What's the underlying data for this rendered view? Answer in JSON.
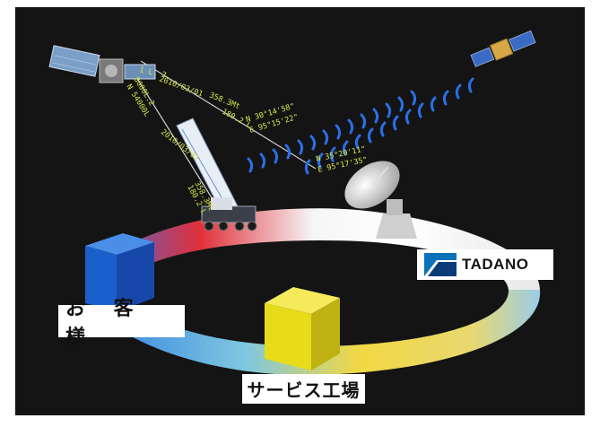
{
  "labels": {
    "customer": "お 客 様",
    "service_shop": "サービス工場",
    "brand": "TADANO"
  },
  "readouts": {
    "line_a1": "1 L. 2",
    "line_a2": "2010/03/01",
    "line_a3": "358.3Mt",
    "line_a4": "N 30°14'58\"",
    "line_a5": "180.2 L",
    "line_a6": "E 95°15'22\"",
    "line_b1": "8000L.2",
    "line_b2": "N 54000L",
    "line_c1": "2010/03/01",
    "line_c2": "358.3Mt",
    "line_c3": "180.2 L",
    "line_d1": "N 35°20'11\"",
    "line_d2": "E 95°17'35\""
  },
  "colors": {
    "background": "#141414",
    "ring_red": "#e0222a",
    "ring_blue": "#2f8fe0",
    "ring_yellow": "#ecd23a",
    "customer_cube": "#1a5fcc",
    "service_cube": "#e8dc1a",
    "signal_waves": "#2a6fe8",
    "readout_text": "#d8e84a"
  }
}
